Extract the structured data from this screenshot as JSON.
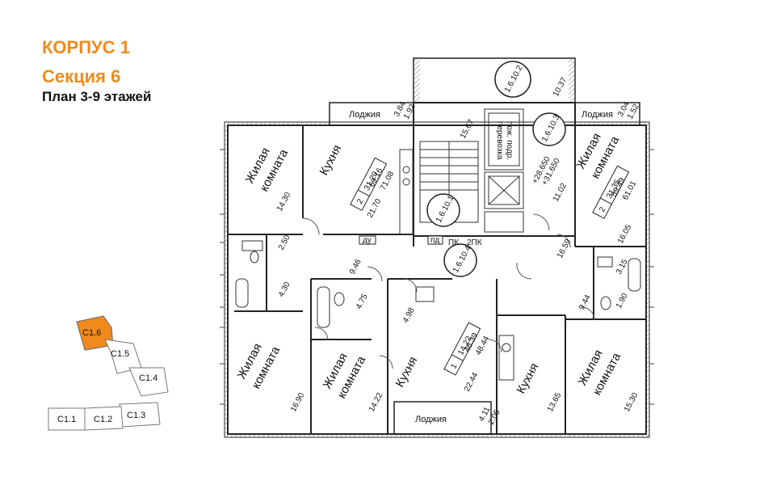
{
  "header": {
    "building": "КОРПУС 1",
    "section": "Секция 6",
    "plan": "План 3-9 этажей"
  },
  "colors": {
    "accent": "#f08a1c",
    "walls": "#222222",
    "hatch": "#888888"
  },
  "key_plan": {
    "highlighted": "С1.6",
    "sections": [
      "С1.6",
      "С1.5",
      "С1.4",
      "С1.3",
      "С1.2",
      "С1.1"
    ]
  },
  "rooms": {
    "loggia": "Лоджия",
    "living": "Жилая комната",
    "living_l1": "Жилая",
    "living_l2": "комната",
    "kitchen": "Кухня"
  },
  "apartments": [
    {
      "rooms": "2",
      "a": "31.20",
      "b": "69.16",
      "c": "71.08"
    },
    {
      "rooms": "2",
      "a": "31.35",
      "b": "59.49",
      "c": "61.01"
    },
    {
      "rooms": "1",
      "a": "14.22",
      "b": "46.39",
      "c": "48.44"
    }
  ],
  "circles": [
    "1.6.10.2",
    "1.6.10.3",
    "1.6.10.1",
    "1.6.10.4"
  ],
  "small_labels": {
    "du": "ду",
    "pd": "пд",
    "pk": "ПК",
    "pk2": "2ПК",
    "lift_a": "перевозка",
    "lift_b": "пож. подр.",
    "level_a": "+28.650",
    "level_b": "+31.650"
  },
  "areas": {
    "a_1430": "14.30",
    "a_2170": "21.70",
    "a_2250": "2.50",
    "a_430": "4.30",
    "a_946l": "9.46",
    "a_384": "3.84",
    "a_192": "1.92",
    "a_1567": "15.67",
    "a_1037": "10.37",
    "a_304": "3.04",
    "a_152": "1.52",
    "a_1102": "11.02",
    "a_1605": "16.05",
    "a_1659": "16.59",
    "a_315": "3.15",
    "a_944": "9.44",
    "a_190": "1.90",
    "a_475": "4.75",
    "a_498": "4.98",
    "a_1690": "16.90",
    "a_1422": "14.22",
    "a_2244": "22.44",
    "a_411": "4.11",
    "a_205": "2.05",
    "a_1365": "13.65",
    "a_1530": "15.30"
  }
}
